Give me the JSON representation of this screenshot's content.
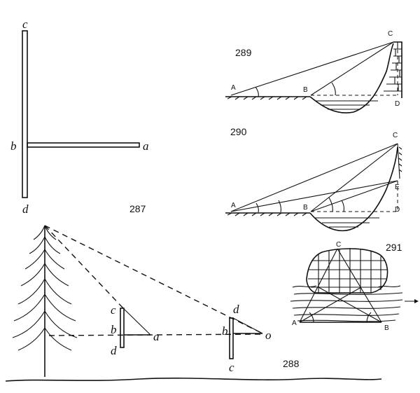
{
  "figures": {
    "fig287": {
      "number": "287",
      "labels": {
        "c": "c",
        "b": "b",
        "a": "a",
        "d": "d"
      }
    },
    "fig288": {
      "number": "288",
      "near_cross": {
        "c": "c",
        "b": "b",
        "d": "d",
        "a": "a"
      },
      "far_cross": {
        "d": "d",
        "b": "b",
        "o": "o",
        "c": "c"
      }
    },
    "fig289": {
      "number": "289",
      "labels": {
        "A": "A",
        "B": "B",
        "C": "C",
        "D": "D"
      }
    },
    "fig290": {
      "number": "290",
      "labels": {
        "A": "A",
        "B": "B",
        "C": "C",
        "D": "D",
        "E": "E"
      }
    },
    "fig291": {
      "number": "291",
      "labels": {
        "C": "C",
        "A": "A",
        "B": "B"
      }
    }
  }
}
